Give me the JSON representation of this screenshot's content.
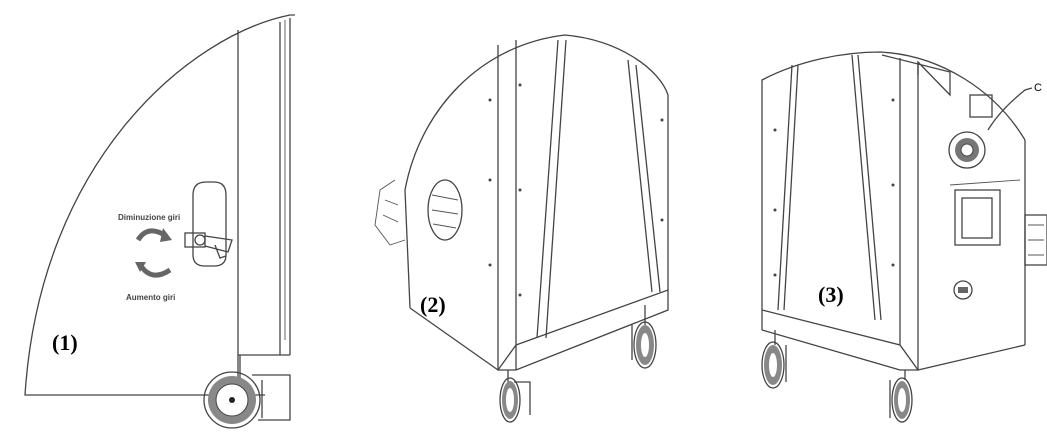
{
  "panels": [
    {
      "label": "(1)",
      "caption_top": "Diminuzione giri",
      "caption_bottom": "Aumento giri"
    },
    {
      "label": "(2)"
    },
    {
      "label": "(3)",
      "callout": "C"
    }
  ],
  "colors": {
    "line": "#444444",
    "background": "#ffffff",
    "wheel": "#777777"
  }
}
